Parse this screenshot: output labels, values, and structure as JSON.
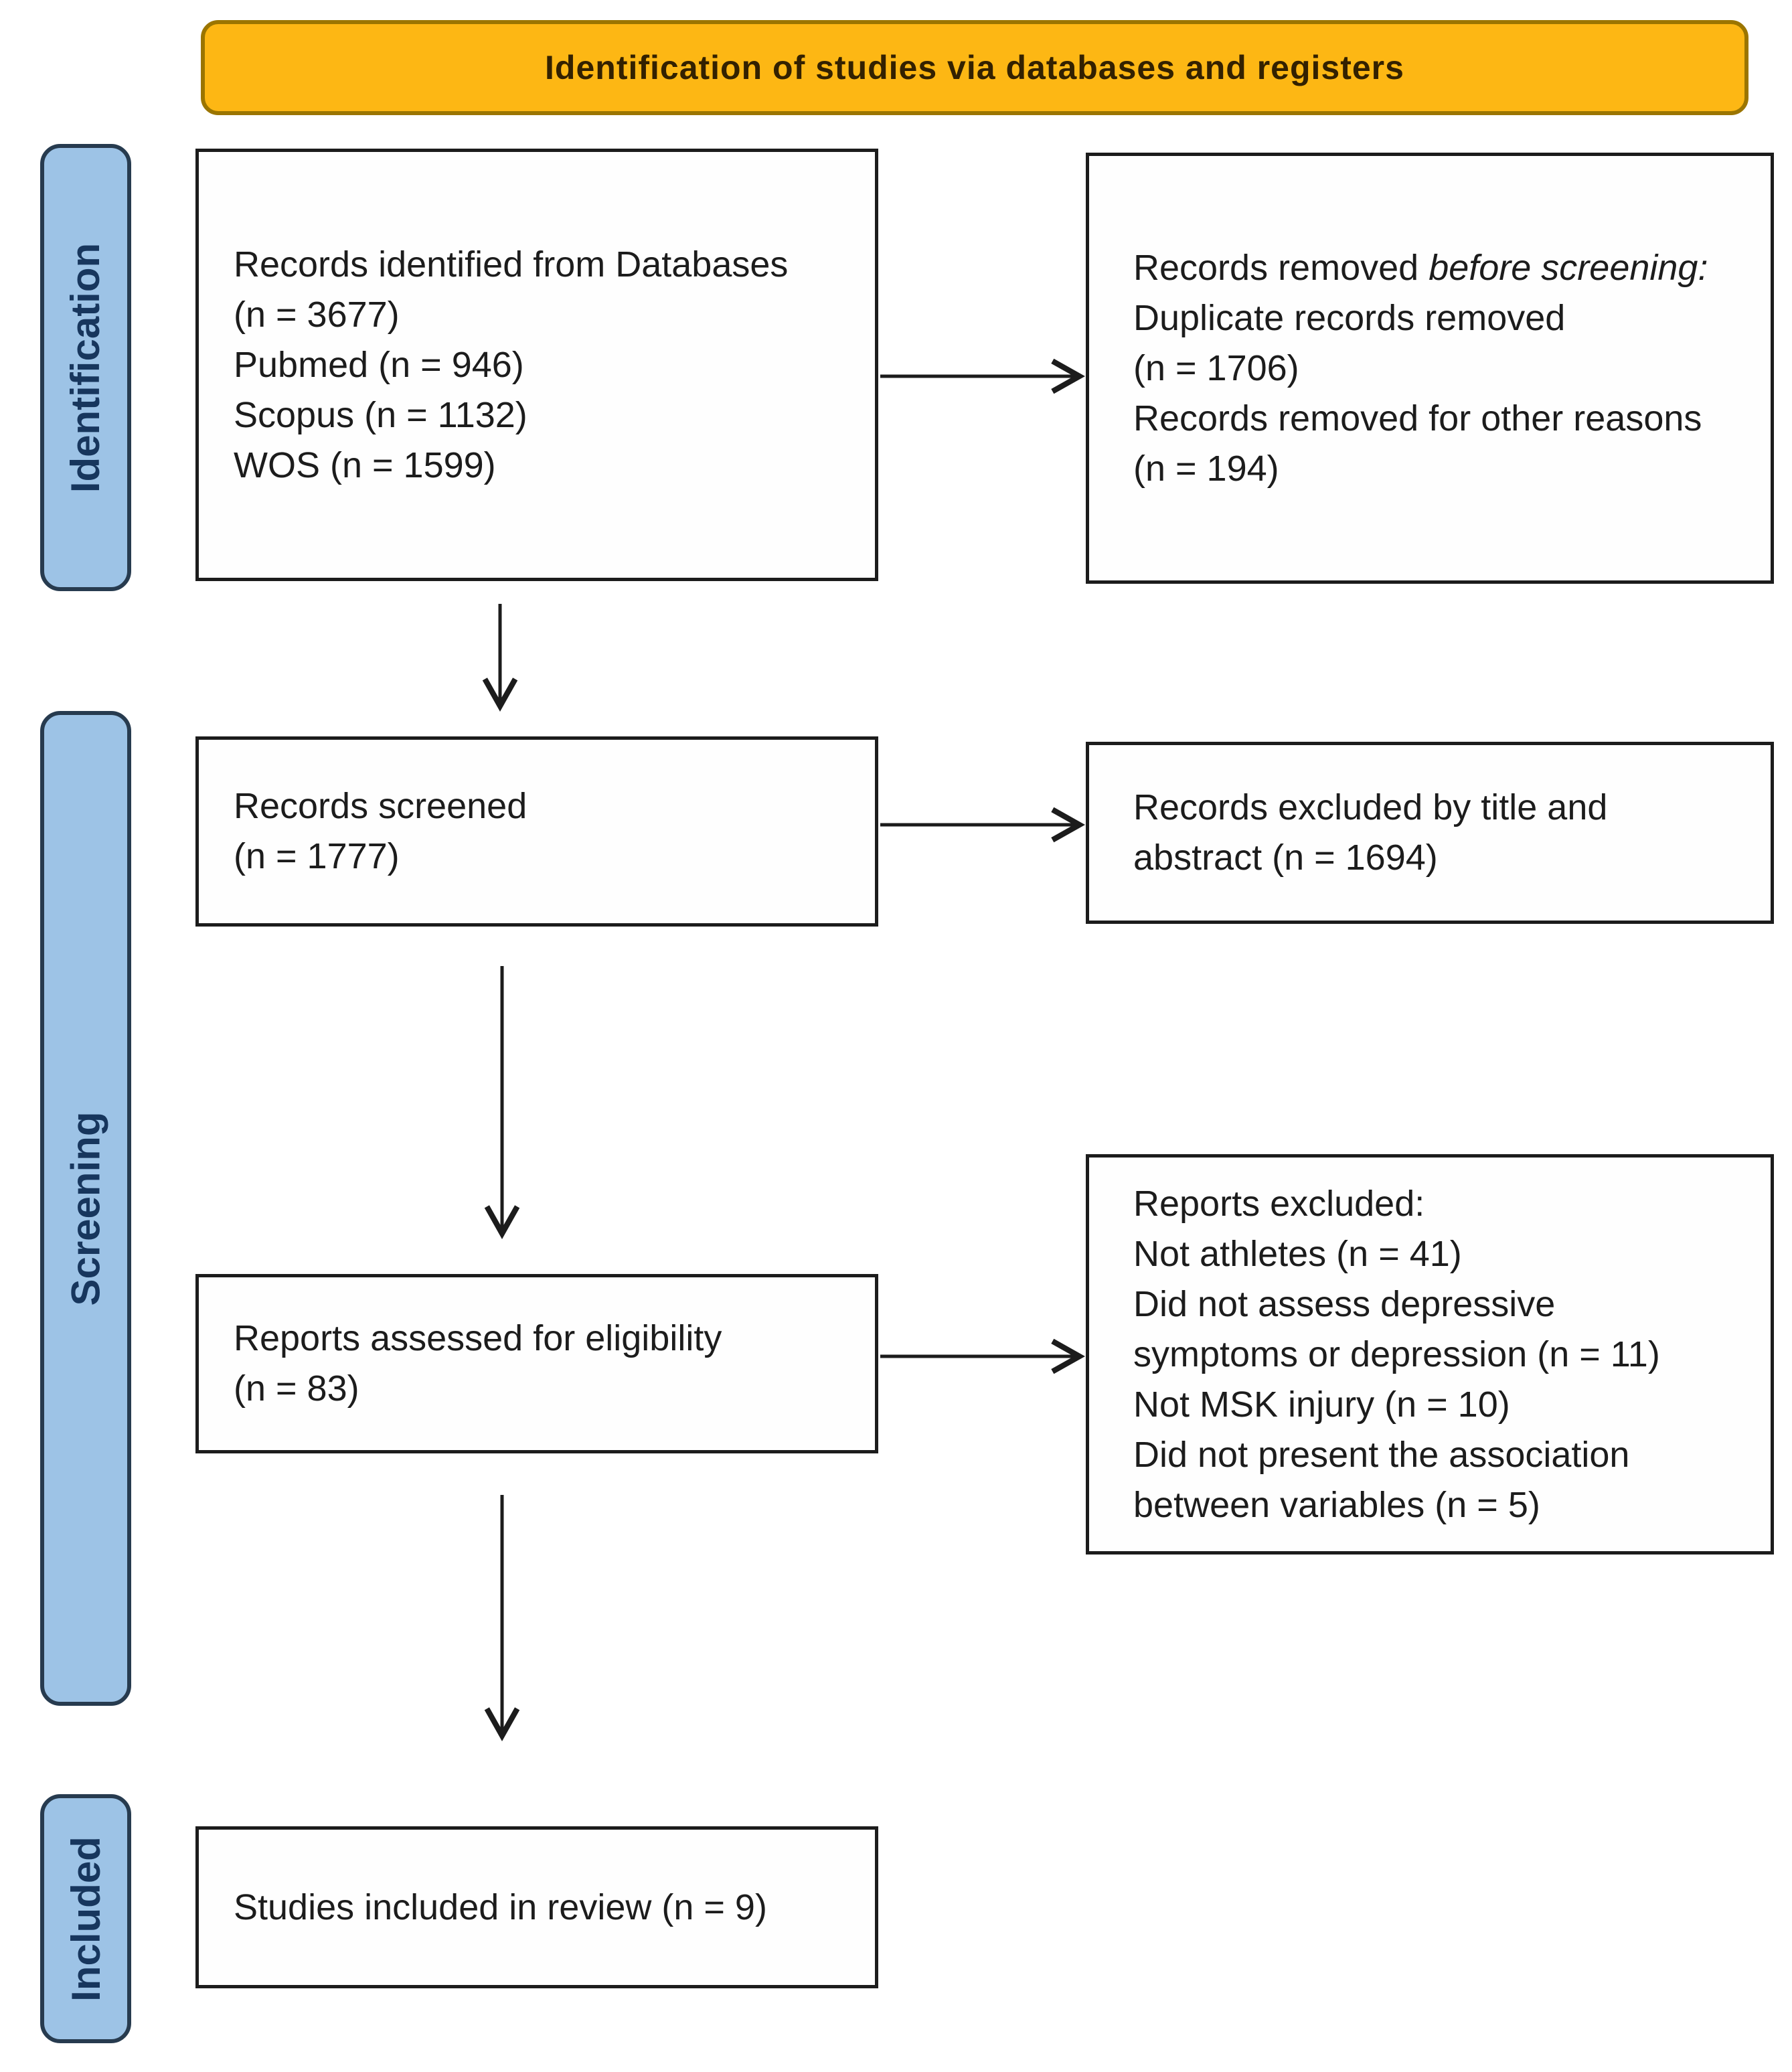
{
  "header": {
    "title": "Identification of studies via databases and registers"
  },
  "stages": {
    "identification": "Identification",
    "screening": "Screening",
    "included": "Included"
  },
  "boxes": {
    "records_identified": {
      "lines": [
        "Records identified from Databases",
        "(n = 3677)",
        "Pubmed (n = 946)",
        "Scopus (n = 1132)",
        "WOS (n = 1599)"
      ]
    },
    "records_removed": {
      "prefix": "Records removed ",
      "italic": "before screening:",
      "lines": [
        "Duplicate records removed",
        "(n = 1706)",
        "Records removed for other reasons",
        "(n = 194)"
      ]
    },
    "records_screened": {
      "lines": [
        "Records screened",
        "(n = 1777)"
      ]
    },
    "records_excluded": {
      "lines": [
        "Records excluded by title and",
        "abstract (n = 1694)"
      ]
    },
    "reports_assessed": {
      "lines": [
        "Reports assessed for eligibility",
        "(n = 83)"
      ]
    },
    "reports_excluded": {
      "lines": [
        "Reports excluded:",
        "Not athletes (n = 41)",
        "Did not assess depressive",
        "symptoms or depression (n = 11)",
        "Not MSK injury (n = 10)",
        "Did not present the association",
        "between variables (n = 5)"
      ]
    },
    "studies_included": {
      "lines": [
        "Studies included in review (n = 9)"
      ]
    }
  },
  "colors": {
    "header_bg": "#FDB714",
    "header_border": "#9B7500",
    "header_text": "#332100",
    "stage_bg": "#9DC3E6",
    "stage_border": "#273B4F",
    "stage_text": "#17365D",
    "box_border": "#1C1C1C",
    "text": "#1C1C1C",
    "background": "#FFFFFF"
  }
}
